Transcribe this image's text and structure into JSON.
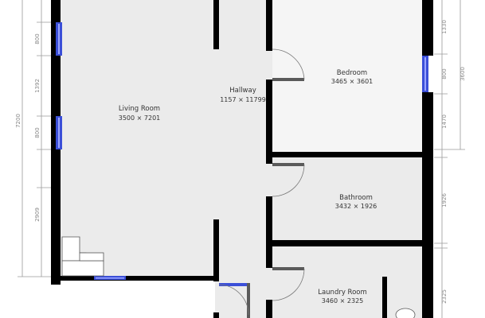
{
  "colors": {
    "room_fill": "#ebebeb",
    "bedroom_fill": "#f5f5f5",
    "wall": "#000000",
    "window": "#3b4fd8",
    "dimension": "#9a9a9a"
  },
  "rooms": {
    "living_room": {
      "name": "Living Room",
      "dims": "3500 × 7201"
    },
    "hallway": {
      "name": "Hallway",
      "dims": "1157 × 11799"
    },
    "bedroom": {
      "name": "Bedroom",
      "dims": "3465 × 3601"
    },
    "bathroom": {
      "name": "Bathroom",
      "dims": "3432 × 1926"
    },
    "laundry": {
      "name": "Laundry Room",
      "dims": "3460 × 2325"
    }
  },
  "dimensions": {
    "left_total": "7200",
    "left_seg_1": "800",
    "left_seg_2": "1392",
    "left_seg_3": "800",
    "left_seg_4": "2909",
    "right_seg_1": "1330",
    "right_seg_2": "800",
    "right_seg_3": "1470",
    "right_total_bedroom": "3600",
    "right_bathroom": "1926",
    "right_laundry": "2325"
  }
}
